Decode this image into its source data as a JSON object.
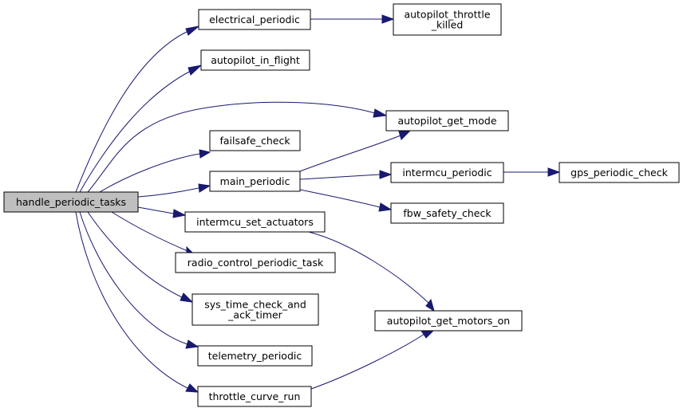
{
  "colors": {
    "edge": "#191970",
    "root_fill": "#bfbfbf",
    "node_fill": "#ffffff",
    "border": "#000000"
  },
  "nodes": {
    "handle_periodic_tasks": [
      "handle_periodic_tasks"
    ],
    "electrical_periodic": [
      "electrical_periodic"
    ],
    "autopilot_throttle_killed": [
      "autopilot_throttle",
      "_killed"
    ],
    "autopilot_in_flight": [
      "autopilot_in_flight"
    ],
    "autopilot_get_mode": [
      "autopilot_get_mode"
    ],
    "failsafe_check": [
      "failsafe_check"
    ],
    "main_periodic": [
      "main_periodic"
    ],
    "intermcu_periodic": [
      "intermcu_periodic"
    ],
    "gps_periodic_check": [
      "gps_periodic_check"
    ],
    "fbw_safety_check": [
      "fbw_safety_check"
    ],
    "intermcu_set_actuators": [
      "intermcu_set_actuators"
    ],
    "radio_control_periodic_task": [
      "radio_control_periodic_task"
    ],
    "sys_time_check_and_ack_timer": [
      "sys_time_check_and",
      "_ack_timer"
    ],
    "autopilot_get_motors_on": [
      "autopilot_get_motors_on"
    ],
    "telemetry_periodic": [
      "telemetry_periodic"
    ],
    "throttle_curve_run": [
      "throttle_curve_run"
    ]
  },
  "edges": [
    [
      "handle_periodic_tasks",
      "electrical_periodic"
    ],
    [
      "electrical_periodic",
      "autopilot_throttle_killed"
    ],
    [
      "handle_periodic_tasks",
      "autopilot_in_flight"
    ],
    [
      "handle_periodic_tasks",
      "autopilot_get_mode"
    ],
    [
      "handle_periodic_tasks",
      "failsafe_check"
    ],
    [
      "handle_periodic_tasks",
      "main_periodic"
    ],
    [
      "main_periodic",
      "autopilot_get_mode"
    ],
    [
      "main_periodic",
      "intermcu_periodic"
    ],
    [
      "intermcu_periodic",
      "gps_periodic_check"
    ],
    [
      "main_periodic",
      "fbw_safety_check"
    ],
    [
      "handle_periodic_tasks",
      "intermcu_set_actuators"
    ],
    [
      "intermcu_set_actuators",
      "autopilot_get_motors_on"
    ],
    [
      "handle_periodic_tasks",
      "radio_control_periodic_task"
    ],
    [
      "handle_periodic_tasks",
      "sys_time_check_and_ack_timer"
    ],
    [
      "handle_periodic_tasks",
      "telemetry_periodic"
    ],
    [
      "handle_periodic_tasks",
      "throttle_curve_run"
    ],
    [
      "throttle_curve_run",
      "autopilot_get_motors_on"
    ]
  ]
}
